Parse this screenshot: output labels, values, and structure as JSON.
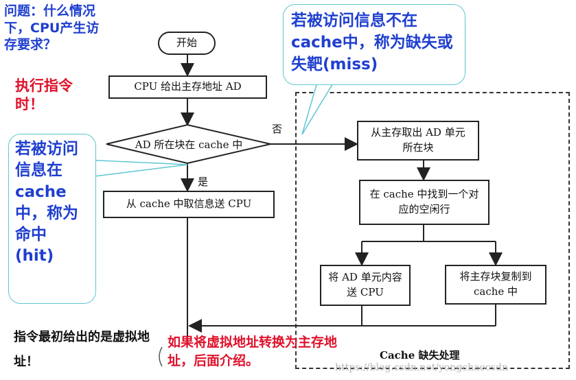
{
  "annotations": {
    "question": "问题：什么情况下，CPU产生访存要求？",
    "exec": "执行指令时！",
    "hit_callout": "若被访问信息在cache中，称为命中(hit)",
    "miss_callout": "若被访问信息不在cache中，称为缺失或失靶(miss)",
    "virtual": "指令最初给出的是虚拟地址！",
    "translate": "如果将虚拟地址转换为主存地址，后面介绍。"
  },
  "flow": {
    "start": "开始",
    "step1": "CPU 给出主存地址 AD",
    "decision": "AD 所在块在 cache 中",
    "no_label": "否",
    "yes_label": "是",
    "hit_action": "从 cache 中取信息送 CPU",
    "miss_step1": "从主存取出 AD 单元所在块",
    "miss_step2": "在 cache 中找到一个对应的空闲行",
    "miss_left": "将 AD 单元内容送 CPU",
    "miss_right": "将主存块复制到 cache 中",
    "miss_region_label": "Cache 缺失处理"
  },
  "watermark": "https://blog.csdn.net/yongchaocsdn"
}
